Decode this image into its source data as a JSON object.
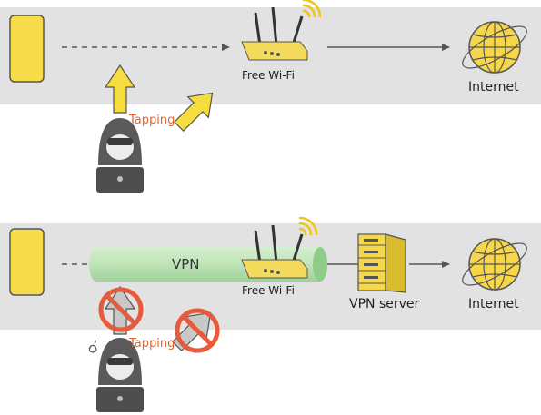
{
  "top": {
    "router_label": "Free Wi-Fi",
    "internet_label": "Internet",
    "tapping_label": "Tapping"
  },
  "bottom": {
    "tunnel_label": "VPN",
    "router_label": "Free Wi-Fi",
    "server_label": "VPN server",
    "internet_label": "Internet",
    "tapping_label": "Tapping"
  },
  "colors": {
    "band": "#e2e2e2",
    "phone": "#f7dc4a",
    "router": "#f3d95c",
    "globe": "#f6d64a",
    "tunnel": "#bfe3b6",
    "tapping_text": "#e8632a",
    "blocked": "#e65b3c",
    "line": "#555555"
  },
  "icons": [
    "smartphone-icon",
    "router-icon",
    "wifi-signal-icon",
    "globe-icon",
    "hacker-icon",
    "laptop-icon",
    "server-icon",
    "prohibited-icon",
    "arrow-icon"
  ]
}
